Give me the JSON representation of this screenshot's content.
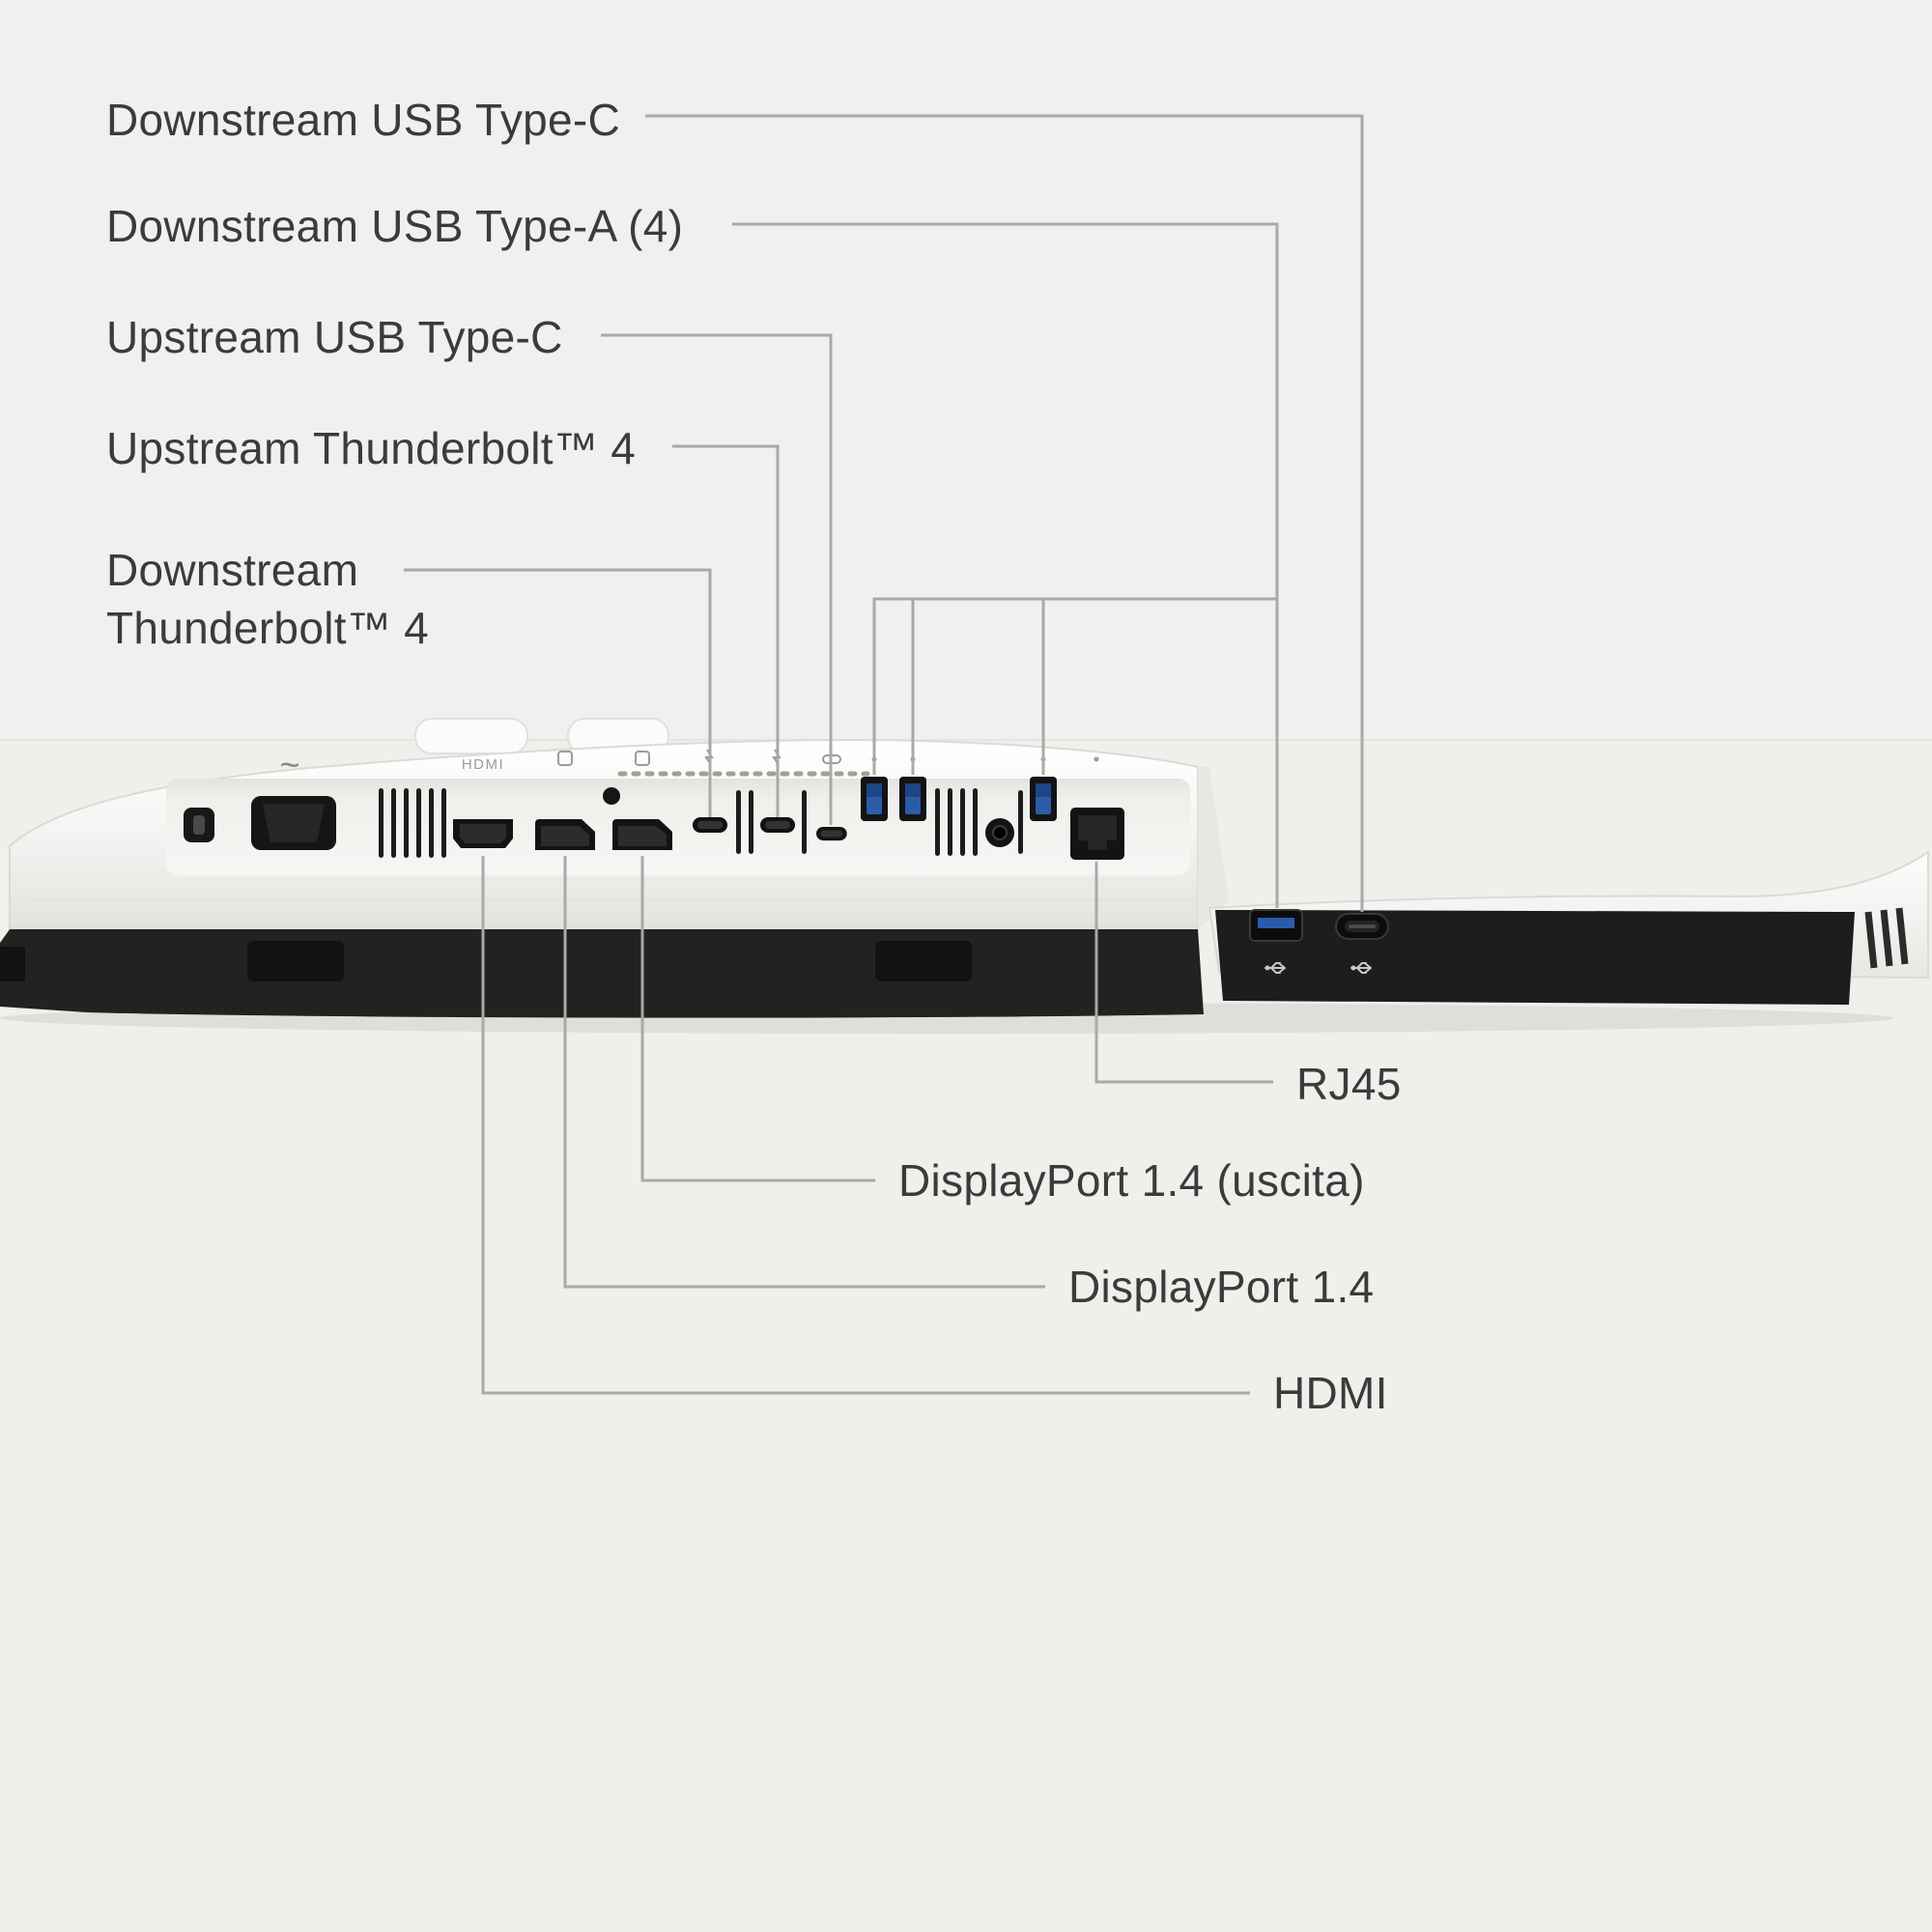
{
  "labels": {
    "downstream_usb_c": "Downstream USB Type-C",
    "downstream_usb_a": "Downstream USB Type-A (4)",
    "upstream_usb_c": "Upstream USB Type-C",
    "upstream_tb4": "Upstream Thunderbolt™ 4",
    "downstream_tb4_line1": "Downstream",
    "downstream_tb4_line2": "Thunderbolt™ 4",
    "rj45": "RJ45",
    "displayport_out": "DisplayPort 1.4 (uscita)",
    "displayport": "DisplayPort 1.4",
    "hdmi": "HDMI"
  },
  "markings": {
    "ac_power": "~",
    "hdmi_port": "HDMI"
  },
  "colors": {
    "background": "#f0f0ee",
    "label_text": "#3b3b3b",
    "leader_line": "#a9a9a7",
    "chassis_white": "#f6f6f4",
    "bottom_bar_black": "#202020",
    "port_black": "#131313",
    "usb_blue": "#2a5caa"
  },
  "ports": [
    {
      "name": "kensington-lock-slot"
    },
    {
      "name": "ac-power-inlet"
    },
    {
      "name": "hdmi-port"
    },
    {
      "name": "displayport-1-4-port"
    },
    {
      "name": "displayport-1-4-out-port"
    },
    {
      "name": "downstream-thunderbolt-4-port"
    },
    {
      "name": "upstream-thunderbolt-4-port"
    },
    {
      "name": "upstream-usb-c-port"
    },
    {
      "name": "downstream-usb-a-port-1"
    },
    {
      "name": "downstream-usb-a-port-2"
    },
    {
      "name": "audio-jack"
    },
    {
      "name": "downstream-usb-a-port-3"
    },
    {
      "name": "rj45-port"
    },
    {
      "name": "downstream-usb-a-port-4"
    },
    {
      "name": "downstream-usb-c-port"
    }
  ]
}
